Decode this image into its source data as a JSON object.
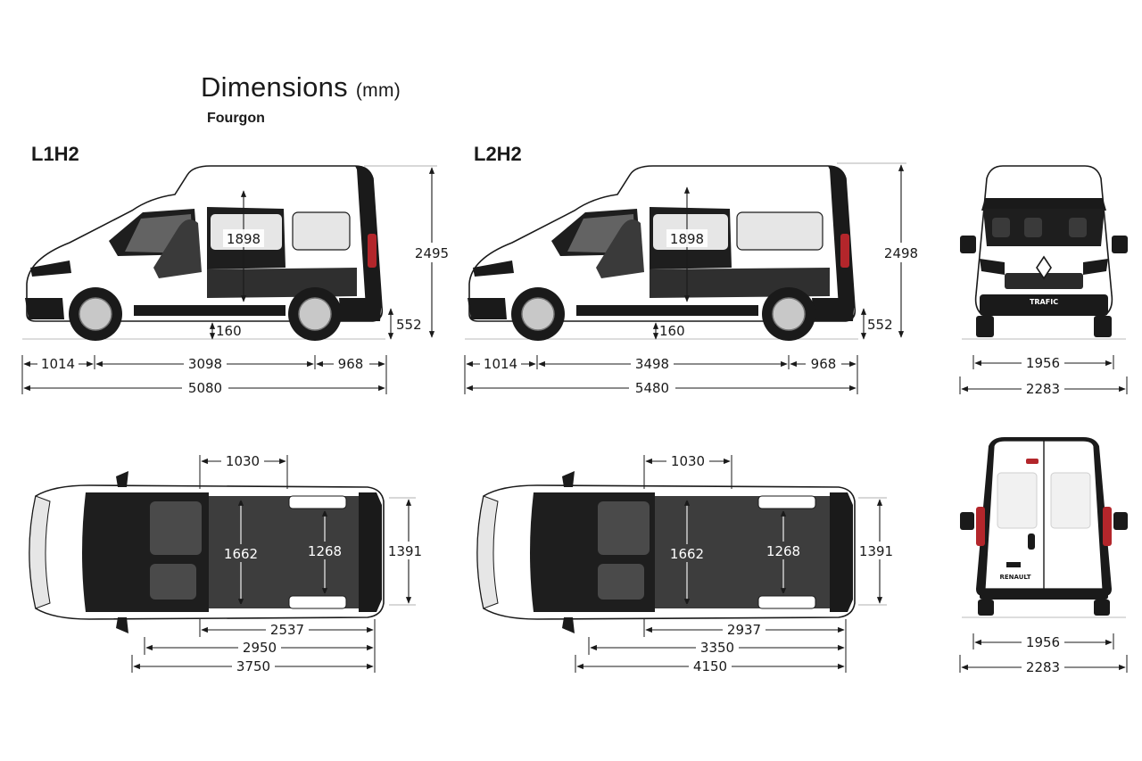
{
  "header": {
    "title": "Dimensions",
    "unit": "(mm)",
    "subtitle": "Fourgon"
  },
  "variants": {
    "l1h2": {
      "label": "L1H2"
    },
    "l2h2": {
      "label": "L2H2"
    }
  },
  "dimensions": {
    "l1h2": {
      "side_height": "2495",
      "interior_height": "1898",
      "sill_height": "552",
      "ground_clearance": "160",
      "front_overhang": "1014",
      "wheelbase": "3098",
      "rear_overhang": "968",
      "overall_length": "5080",
      "door_width": "1030",
      "load_width_max": "1662",
      "load_width_arches": "1268",
      "rear_door_width": "1391",
      "floor_length_short": "2537",
      "floor_length_mid": "2950",
      "floor_length_long": "3750"
    },
    "l2h2": {
      "side_height": "2498",
      "interior_height": "1898",
      "sill_height": "552",
      "ground_clearance": "160",
      "front_overhang": "1014",
      "wheelbase": "3498",
      "rear_overhang": "968",
      "overall_length": "5480",
      "door_width": "1030",
      "load_width_max": "1662",
      "load_width_arches": "1268",
      "rear_door_width": "1391",
      "floor_length_short": "2937",
      "floor_length_mid": "3350",
      "floor_length_long": "4150"
    },
    "front": {
      "track_width": "1956",
      "overall_width": "2283"
    },
    "rear": {
      "track_width": "1956",
      "overall_width": "2283"
    }
  },
  "badges": {
    "front_model": "TRAFIC",
    "rear_brand": "RENAULT"
  },
  "colors": {
    "body": "#ffffff",
    "outline": "#1a1a1a",
    "cargo_floor": "#3d3d3d",
    "window": "#e6e6e6",
    "taillight": "#b3262b"
  }
}
